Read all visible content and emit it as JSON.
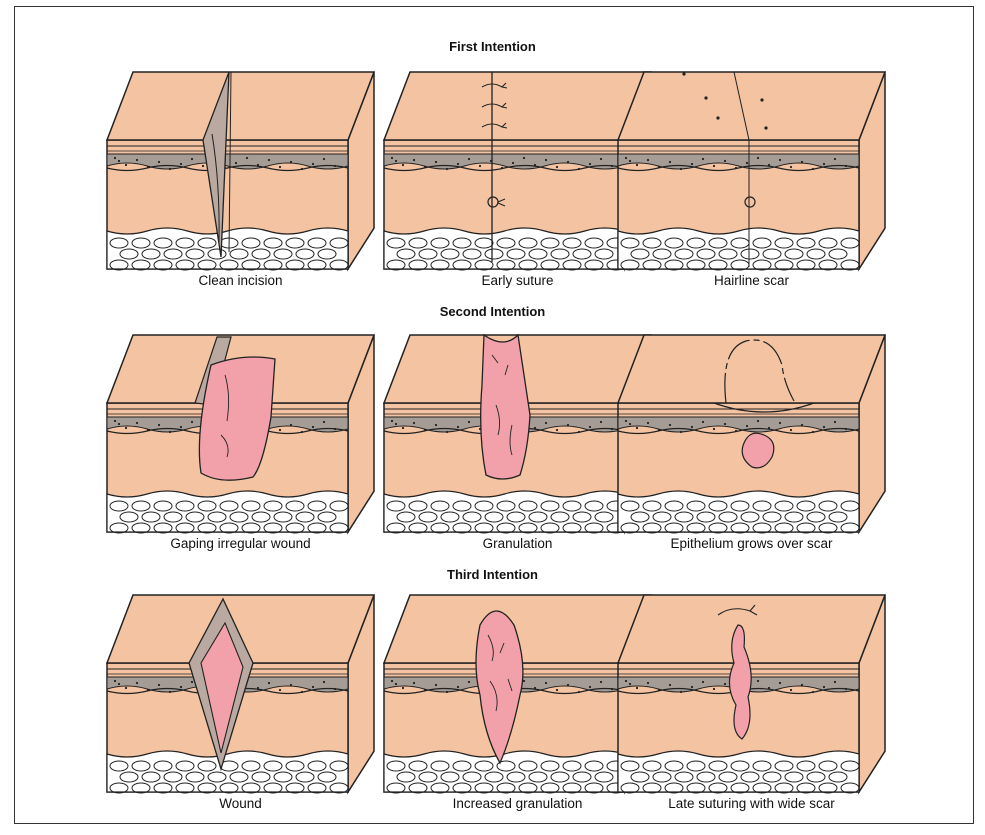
{
  "sections": [
    {
      "title": "First Intention",
      "panels": [
        {
          "caption": "Clean incision",
          "wound": "incision"
        },
        {
          "caption": "Early suture",
          "wound": "suture"
        },
        {
          "caption": "Hairline scar",
          "wound": "hairline"
        }
      ]
    },
    {
      "title": "Second Intention",
      "panels": [
        {
          "caption": "Gaping irregular wound",
          "wound": "gaping"
        },
        {
          "caption": "Granulation",
          "wound": "granulation"
        },
        {
          "caption": "Epithelium grows over scar",
          "wound": "epithelium"
        }
      ]
    },
    {
      "title": "Third Intention",
      "panels": [
        {
          "caption": "Wound",
          "wound": "wound"
        },
        {
          "caption": "Increased granulation",
          "wound": "increased"
        },
        {
          "caption": "Late suturing with wide scar",
          "wound": "late"
        }
      ]
    }
  ],
  "colors": {
    "skin": "#f3c3a2",
    "dermis_band": "#a59c95",
    "wound": "#f2a1aa",
    "fat": "#ffffff",
    "outline": "#222222"
  }
}
